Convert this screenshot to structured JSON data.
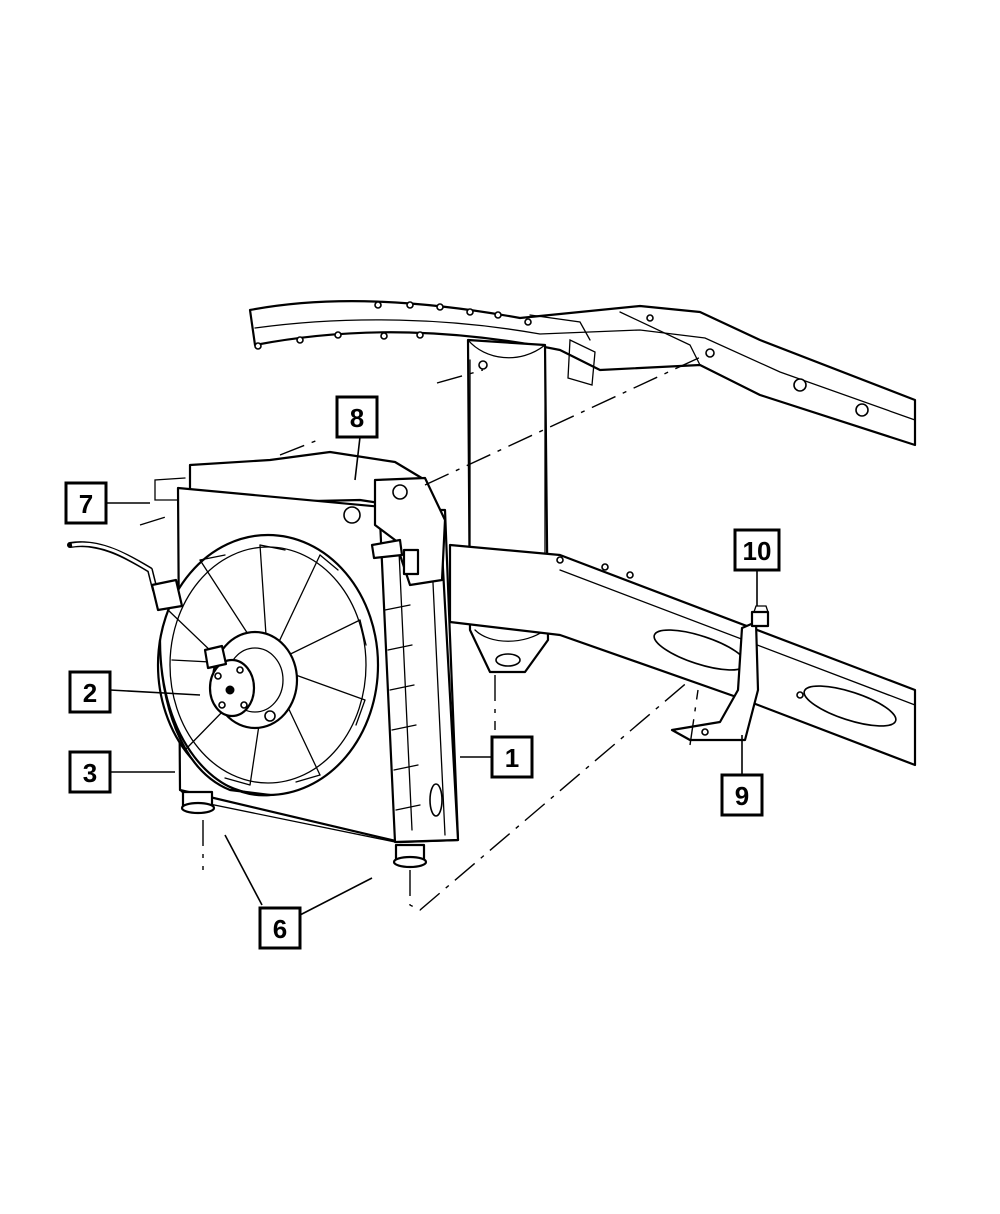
{
  "callouts": [
    {
      "id": "1",
      "label": "1"
    },
    {
      "id": "2",
      "label": "2"
    },
    {
      "id": "3",
      "label": "3"
    },
    {
      "id": "6",
      "label": "6"
    },
    {
      "id": "7",
      "label": "7"
    },
    {
      "id": "8",
      "label": "8"
    },
    {
      "id": "9",
      "label": "9"
    },
    {
      "id": "10",
      "label": "10"
    }
  ],
  "colors": {
    "line": "#000000",
    "background": "#ffffff"
  }
}
